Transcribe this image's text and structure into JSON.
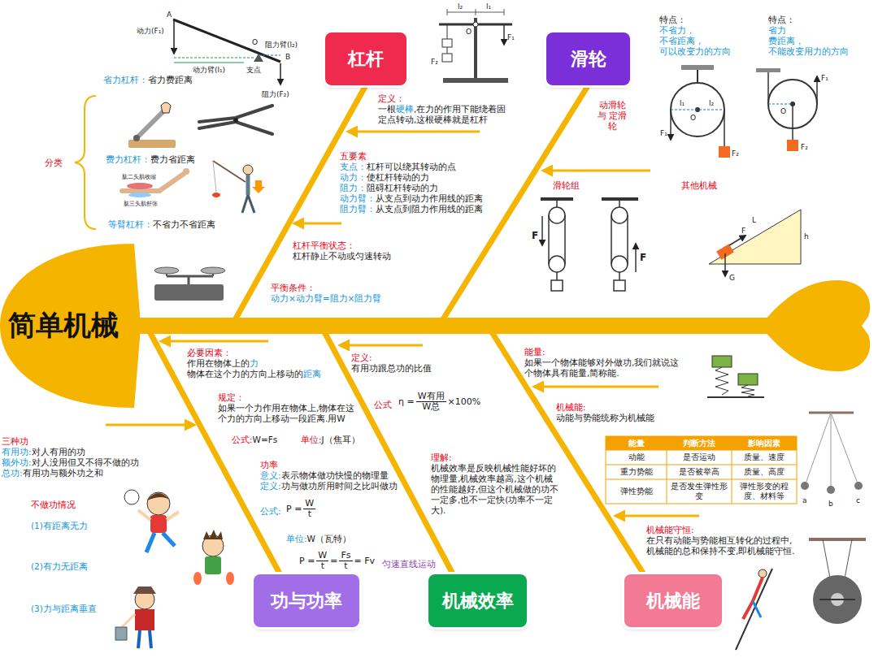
{
  "diagram": {
    "nodes": [
      {
        "text": [
          "简单机械"
        ]
      },
      {
        "text": [
          "杠杆"
        ]
      },
      {
        "text": [
          "滑轮"
        ]
      },
      {
        "text": [
          "功与功率"
        ]
      },
      {
        "text": [
          "机械效率"
        ]
      },
      {
        "text": [
          "机械能"
        ]
      }
    ],
    "edges": [
      {
        "from": 1,
        "to": 0,
        "arrow": "none"
      },
      {
        "from": 2,
        "to": 0,
        "arrow": "none"
      },
      {
        "from": 3,
        "to": 0,
        "arrow": "none"
      },
      {
        "from": 4,
        "to": 0,
        "arrow": "none"
      },
      {
        "from": 5,
        "to": 0,
        "arrow": "none"
      }
    ],
    "labels": [
      "动力(F₁)",
      "A",
      "O",
      "阻力臂(l₂)",
      "动力臂(l₁)",
      "支点",
      "B",
      "阻力(F₂)",
      "省力杠杆：",
      "省力费距离",
      "分类",
      "费力杠杆：",
      "费力省距离",
      "肱二头肌收缩",
      "肱三头肌舒张",
      "等臂杠杆：",
      "不省力不省距离",
      "定义：",
      "一根",
      "硬棒",
      ",在力的作用下能绕着固定点转动,这根硬棒就是杠杆",
      "五要素",
      "支点：",
      "杠杆可以绕其转动的点",
      "动力：",
      "使杠杆转动的力",
      "阻力：",
      "阻碍杠杆转动的力",
      "动力臂：",
      "从支点到动力作用线的距离",
      "阻力臂：",
      "从支点到阻力作用线的距离",
      "杠杆平衡状态：",
      "杠杆静止不动或匀速转动",
      "平衡条件：",
      "动力×动力臂=阻力×阻力臂",
      "l₂",
      "l₁",
      "O",
      "F₁",
      "F₂",
      "特点：",
      "不省力，",
      "不省距离，",
      "可以改变力的方向",
      "特点：",
      "省力",
      "费距离，",
      "不能改变用力的方向",
      "l₁",
      "O",
      "l₂",
      "F₁",
      "F₂",
      "F₁",
      "O",
      "F₂",
      "动滑轮 与 定滑轮",
      "滑轮组",
      "其他机械",
      "F",
      "F",
      "L",
      "h",
      "F",
      "G",
      "必要因素：",
      "作用在物体上的",
      "力",
      "物体在这个力的方向上移动的",
      "距离",
      "规定：",
      "如果一个力作用在物体上,物体在这个力的方向上移动一段距离.用W",
      "公式:",
      "W=Fs",
      "单位:",
      "J（焦耳）",
      "三种功",
      "有用功:",
      "对人有用的功",
      "额外功:",
      "对人没用但又不得不做的功",
      "总功:",
      "有用功与额外功之和",
      "不做功情况",
      "(1)有距离无力",
      "(2)有力无距离",
      "(3)力与距离垂直",
      "功率",
      "意义:",
      "表示物体做功快慢的物理量",
      "定义:",
      "功与做功所用时间之比叫做功",
      "公式:",
      "P =",
      "W",
      "t",
      "单位:",
      "W（瓦特）",
      "P =",
      "W",
      "t",
      "=",
      "Fs",
      "t",
      "= Fv",
      "匀速直线运动",
      "定义:",
      "有用功跟总功的比值",
      "公式",
      "η =",
      "W有用",
      "W总",
      "×100%",
      "理解:",
      "机械效率是反映机械性能好坏的物理量,机械效率越高,这个机械的性能越好,但这个机械做的功不一定多,也不一定快(功率不一定大).",
      "能量:",
      "如果一个物体能够对外做功,我们就说这个物体具有能量,简称能.",
      "机械能:",
      "动能与势能统称为机械能",
      "能量",
      "判断方法",
      "影响因素",
      "动能",
      "是否运动",
      "质量、速度",
      "重力势能",
      "是否被举高",
      "质量、高度",
      "弹性势能",
      "是否发生弹性形变",
      "弹性形变的程度、材料等",
      "机械能守恒:",
      "在只有动能与势能相互转化的过程中,机械能的总和保持不变,即机械能守恒.",
      "a",
      "b",
      "c"
    ]
  }
}
